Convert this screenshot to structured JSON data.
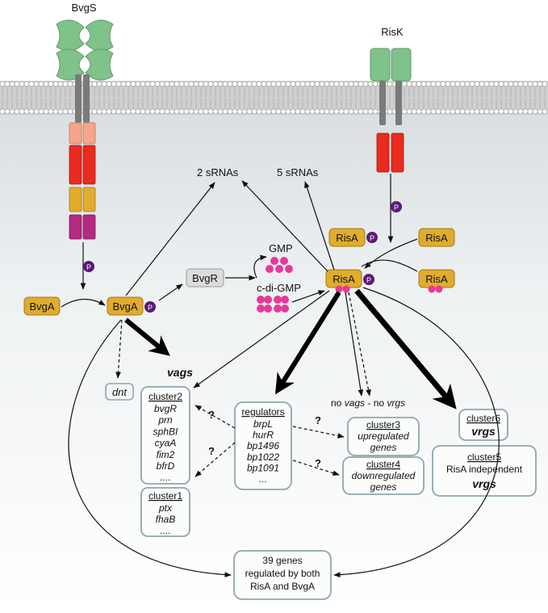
{
  "proteins": {
    "bvgs": "BvgS",
    "risk": "RisK",
    "bvga": "BvgA",
    "bvgr": "BvgR",
    "risa": "RisA",
    "phospho": "P"
  },
  "srnas": {
    "bvg": "2 sRNAs",
    "ris": "5 sRNAs"
  },
  "molecules": {
    "gmp": "GMP",
    "cdigmp": "c-di-GMP"
  },
  "labels": {
    "vags": "vags",
    "dnt": "dnt",
    "no_vags_prefix": "no ",
    "no_vags_vags": "vags",
    "no_vags_mid": " - no ",
    "no_vags_vrgs": "vrgs",
    "question": "?"
  },
  "cluster2": {
    "title": "cluster2",
    "genes": [
      "bvgR",
      "prn",
      "sphBI",
      "cyaA",
      "fim2",
      "bfrD",
      "...."
    ]
  },
  "cluster1": {
    "title": "cluster1",
    "genes": [
      "ptx",
      "fhaB",
      "...."
    ]
  },
  "regulators": {
    "title": "regulators",
    "genes": [
      "brpL",
      "hurR",
      "bp1496",
      "bp1022",
      "bp1091",
      "..."
    ]
  },
  "cluster3": {
    "title": "cluster3",
    "lines": [
      "upregulated",
      "genes"
    ]
  },
  "cluster4": {
    "title": "cluster4",
    "lines": [
      "downregulated",
      "genes"
    ]
  },
  "cluster6": {
    "title": "cluster6",
    "line": "vrgs"
  },
  "cluster5": {
    "title": "cluster5",
    "line1": "RisA independent",
    "line2": "vrgs"
  },
  "both": {
    "lines": [
      "39 genes",
      "regulated by both",
      "RisA and BvgA"
    ]
  },
  "colors": {
    "membrane": "#b8b8b8",
    "cytoplasm": "#e6eaec",
    "sensor_green": "#7fc28a",
    "tm_gray": "#7a7a7a",
    "salmon": "#f4a58a",
    "red": "#ea2b1f",
    "yellow": "#e0ac2e",
    "magenta": "#b22a82",
    "phospho_purple": "#5b1a7a",
    "pink": "#e8399a",
    "box_border": "#8fa6ad"
  }
}
